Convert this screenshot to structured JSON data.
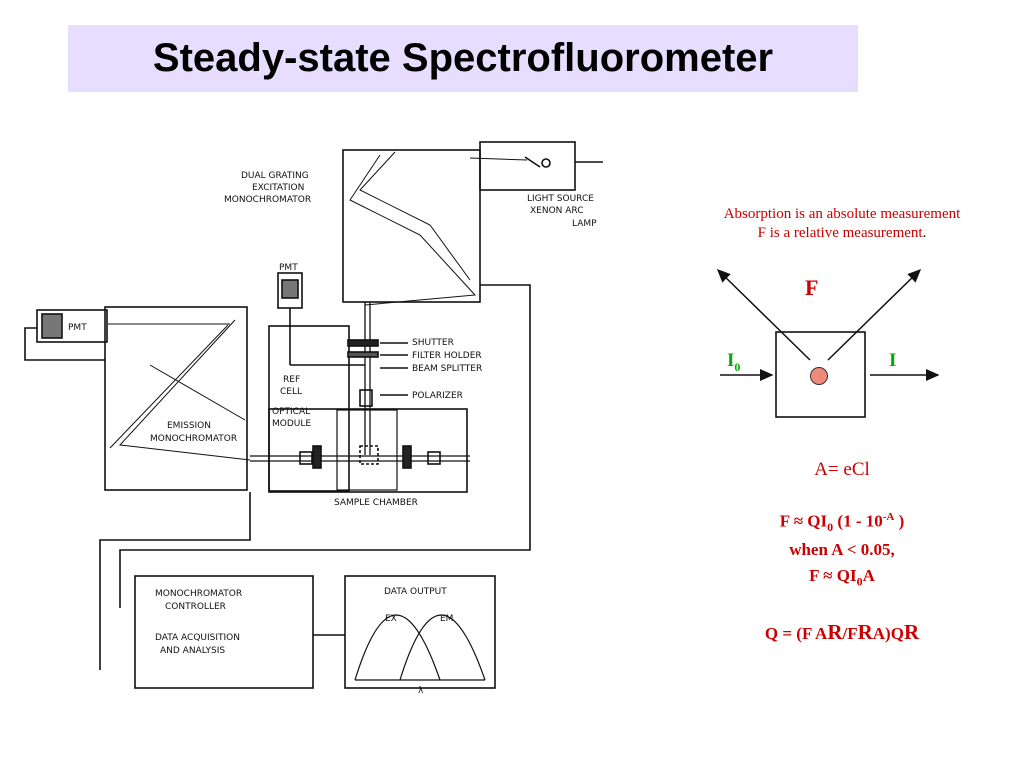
{
  "title": "Steady-state Spectrofluorometer",
  "diagram": {
    "labels": {
      "dual_grating_1": "DUAL GRATING",
      "dual_grating_2": "EXCITATION",
      "dual_grating_3": "MONOCHROMATOR",
      "light_source_1": "LIGHT SOURCE",
      "light_source_2": "XENON ARC",
      "light_source_3": "LAMP",
      "pmt_top": "PMT",
      "pmt_left": "PMT",
      "ref_cell_1": "REF",
      "ref_cell_2": "CELL",
      "shutter": "SHUTTER",
      "filter_holder": "FILTER HOLDER",
      "beam_splitter": "BEAM SPLITTER",
      "polarizer": "POLARIZER",
      "optical_module_1": "OPTICAL",
      "optical_module_2": "MODULE",
      "emission_1": "EMISSION",
      "emission_2": "MONOCHROMATOR",
      "sample_chamber": "SAMPLE CHAMBER",
      "controller_1": "MONOCHROMATOR",
      "controller_2": "CONTROLLER",
      "acquisition_1": "DATA ACQUISITION",
      "acquisition_2": "AND ANALYSIS",
      "data_output": "DATA OUTPUT",
      "ex": "EX",
      "em": "EM",
      "lambda": "λ"
    }
  },
  "right": {
    "note1": "Absorption is an absolute measurement",
    "note2_main": "F is a relative measurement",
    "note2_period": ".",
    "F_label": "F",
    "I0_base": "I",
    "I0_sub": "0",
    "I_label": "I",
    "beer_lambert": "A= eCl",
    "eq1_a": "F ≈ QI",
    "eq1_sub": "0",
    "eq1_b": " (1 - 10",
    "eq1_sup": "-A",
    "eq1_c": " )",
    "eq2": "when A < 0.05,",
    "eq3_a": "F  ≈ QI",
    "eq3_sub": "0",
    "eq3_b": "A",
    "eq4_a": "Q = (F A",
    "eq4_R1": "R",
    "eq4_b": "/F",
    "eq4_R2": "R",
    "eq4_c": "A)Q",
    "eq4_R3": "R"
  },
  "colors": {
    "title_bg": "#e6ddff",
    "red_text": "#cc0000",
    "green_text": "#00aa00",
    "sample_fill": "#f08a7a"
  }
}
